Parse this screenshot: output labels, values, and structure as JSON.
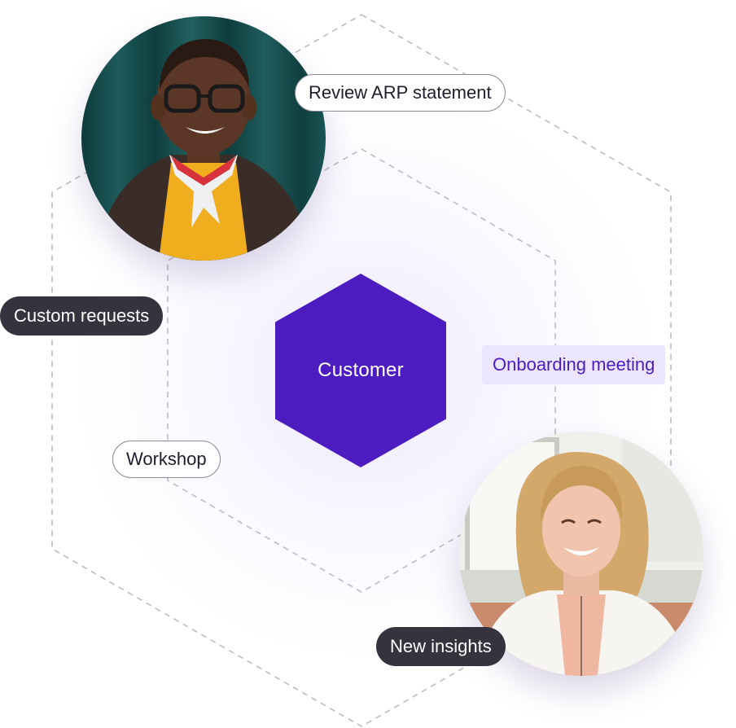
{
  "center": {
    "label": "Customer"
  },
  "tags": {
    "review": "Review ARP statement",
    "custom_requests": "Custom requests",
    "onboarding": "Onboarding meeting",
    "workshop": "Workshop",
    "new_insights": "New insights"
  },
  "colors": {
    "primary": "#4c1cc0",
    "accent_bg": "#ece6fd",
    "dark_pill": "#36323e",
    "dashed_line": "#bdbbc4",
    "glow": "#f1edfd"
  },
  "people": [
    {
      "description": "woman with glasses, yellow top, dark cardigan"
    },
    {
      "description": "smiling woman with blonde hair, embroidered white blouse"
    }
  ]
}
